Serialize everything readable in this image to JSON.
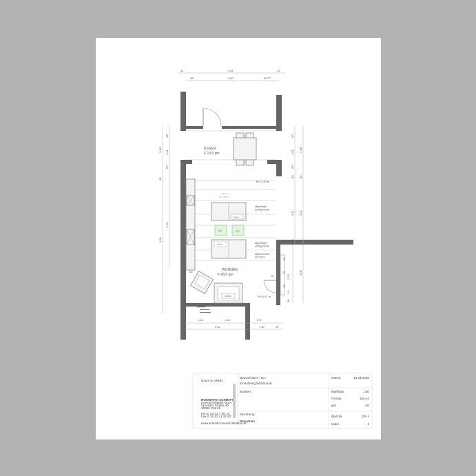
{
  "plan": {
    "rooms": [
      {
        "name": "ESSEN",
        "area": "F 10,5 qm"
      },
      {
        "name": "WOHNEN",
        "area": "F 28,0 qm"
      }
    ],
    "notes": {
      "rh_top": "RH 2,40 m",
      "rh_bottom": "RH 3,57 m",
      "ceiling1": [
        "abgehängte",
        "schräge Decke"
      ],
      "ceiling2": [
        "abgehängte",
        "schräge Decke"
      ],
      "ceiling3": [
        "abgehä. Decke",
        "UK 2,60 m"
      ],
      "tiles": [
        "Fliesen",
        "60 x 60 cm"
      ],
      "futter1": "Futter",
      "futter2": "Futter",
      "glas1": "Glas",
      "glas2": "Glas",
      "kamin": "Kamin",
      "dim50": "50",
      "dim25": "25"
    },
    "dims_top": [
      "42",
      "4,61",
      "42"
    ],
    "dims_top2": [
      "55⁵",
      "3,50",
      "52¹⁸⁷⁵"
    ],
    "dims_left_outer": [
      "2,38⁵",
      "30",
      "6,26"
    ],
    "dims_left_inner": [
      "67⁵",
      "1,01",
      "67⁵",
      "4,70"
    ],
    "dims_right_inner": [
      "67⁵",
      "1,01",
      "67⁵",
      "30",
      "3,21",
      "30"
    ],
    "dims_right_outer": [
      "2,38⁵",
      "30",
      "3,21",
      "3,05"
    ],
    "dims_right_small": [
      "70",
      "70",
      "70",
      "2,10",
      "24",
      "30"
    ],
    "dims_bottom1": [
      "1,45",
      "1,45",
      "1,71"
    ],
    "dims_bottom2": [
      "3,31",
      "1,30",
      "20"
    ]
  },
  "title_block": {
    "logo": "Raum & Objekt",
    "company": [
      "ROSWITHA SCHMITT",
      "Innenarchitektin BDIA",
      "Sprosser Straße 40",
      "30000 Ostrich",
      "",
      "Fon 0 32 41 7 88 10",
      "Fax 0 32 41 71 31 50",
      "",
      "www.schmitt-innenarchitektur.de"
    ],
    "project_label": "Bauvorhaben / Nr.:",
    "project": "Einrichtung Wohnraum",
    "client_label": "Bauherr:",
    "drawing_label": "Zeichnung:",
    "drawing": "Grundriss",
    "fields": [
      {
        "label": "Datum",
        "value": "14.04.2008"
      },
      {
        "label": "Maßstab",
        "value": "1:50"
      },
      {
        "label": "Format",
        "value": "Din A4"
      },
      {
        "label": "gez",
        "value": "asl"
      },
      {
        "label": "Blatt Nr.",
        "value": "GR 1"
      },
      {
        "label": "Index",
        "value": "2"
      }
    ]
  }
}
